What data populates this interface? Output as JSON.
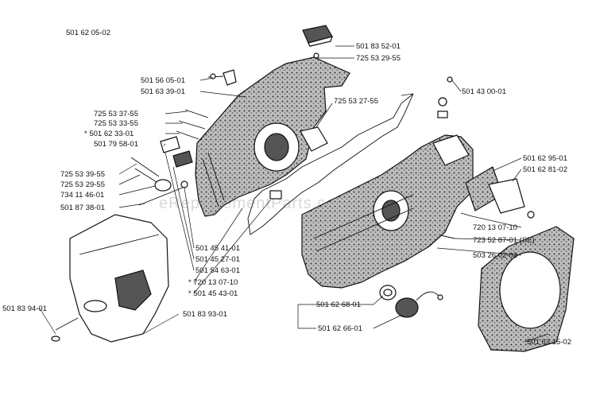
{
  "diagram": {
    "title": "501 62 05-02",
    "watermark": "eReplacementParts.com",
    "labels": {
      "l_501_83_52_01": "501 83 52-01",
      "l_725_53_29_55_top": "725 53 29-55",
      "l_501_56_05_01": "501 56 05-01",
      "l_501_63_39_01": "501 63 39-01",
      "l_725_53_27_55": "725 53 27-55",
      "l_501_43_00_01": "501 43 00-01",
      "l_725_53_37_55": "725 53 37-55",
      "l_725_53_33_55": "725 53 33-55",
      "l_501_62_33_01": "* 501 62 33-01",
      "l_501_79_58_01": "501 79 58-01",
      "l_725_53_39_55": "725 53 39-55",
      "l_725_53_29_55_mid": "725 53 29-55",
      "l_734_11_46_01": "734 11 46-01",
      "l_501_87_38_01": "501 87 38-01",
      "l_501_62_95_01": "501 62 95-01",
      "l_501_62_81_02": "501 62 81-02",
      "l_720_13_07_10_right": "720 13 07-10",
      "l_723_52_87_01": "723 52 87-01 (SE)",
      "l_503_26_02_02": "503 26 02-02",
      "l_501_45_41_01": "501 45 41-01",
      "l_501_45_27_01": "501 45 27-01",
      "l_501_54_63_01": "501 54 63-01",
      "l_720_13_07_10_mid": "* 720 13 07-10",
      "l_501_45_43_01": "* 501 45 43-01",
      "l_501_83_94_01": "501 83 94-01",
      "l_501_83_93_01": "501 83 93-01",
      "l_501_62_68_01": "501 62 68-01",
      "l_501_62_66_01": "501 62 66-01",
      "l_501_63_15_02": "501 63 15-02"
    }
  }
}
